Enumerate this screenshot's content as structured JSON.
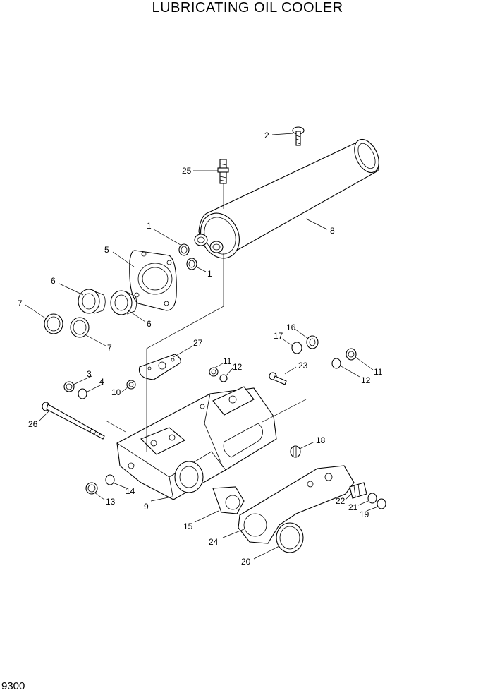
{
  "title": "LUBRICATING OIL COOLER",
  "page_code": "9300",
  "callouts": [
    {
      "id": "c1a",
      "label": "1"
    },
    {
      "id": "c1b",
      "label": "1"
    },
    {
      "id": "c2",
      "label": "2"
    },
    {
      "id": "c3",
      "label": "3"
    },
    {
      "id": "c4",
      "label": "4"
    },
    {
      "id": "c5",
      "label": "5"
    },
    {
      "id": "c6a",
      "label": "6"
    },
    {
      "id": "c6b",
      "label": "6"
    },
    {
      "id": "c7a",
      "label": "7"
    },
    {
      "id": "c7b",
      "label": "7"
    },
    {
      "id": "c8",
      "label": "8"
    },
    {
      "id": "c9",
      "label": "9"
    },
    {
      "id": "c10",
      "label": "10"
    },
    {
      "id": "c11a",
      "label": "11"
    },
    {
      "id": "c11b",
      "label": "11"
    },
    {
      "id": "c12a",
      "label": "12"
    },
    {
      "id": "c12b",
      "label": "12"
    },
    {
      "id": "c13",
      "label": "13"
    },
    {
      "id": "c14",
      "label": "14"
    },
    {
      "id": "c15",
      "label": "15"
    },
    {
      "id": "c16",
      "label": "16"
    },
    {
      "id": "c17",
      "label": "17"
    },
    {
      "id": "c18",
      "label": "18"
    },
    {
      "id": "c19",
      "label": "19"
    },
    {
      "id": "c20",
      "label": "20"
    },
    {
      "id": "c21",
      "label": "21"
    },
    {
      "id": "c22",
      "label": "22"
    },
    {
      "id": "c23",
      "label": "23"
    },
    {
      "id": "c24",
      "label": "24"
    },
    {
      "id": "c25",
      "label": "25"
    },
    {
      "id": "c26",
      "label": "26"
    },
    {
      "id": "c27",
      "label": "27"
    }
  ]
}
